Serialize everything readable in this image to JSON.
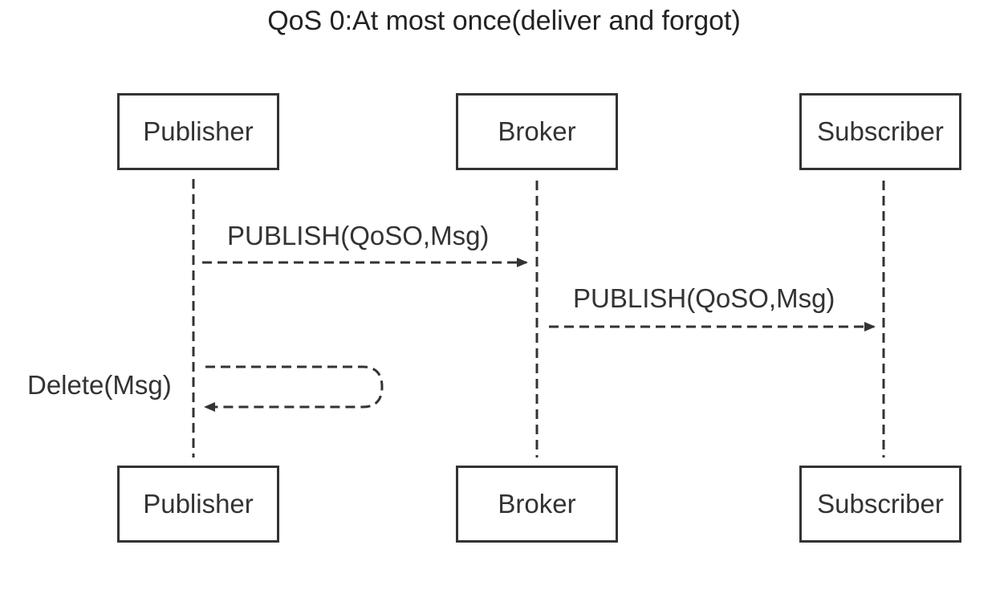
{
  "title": "QoS 0:At most once(deliver and forgot)",
  "participants": [
    {
      "id": "publisher",
      "label": "Publisher"
    },
    {
      "id": "broker",
      "label": "Broker"
    },
    {
      "id": "subscriber",
      "label": "Subscriber"
    }
  ],
  "messages": [
    {
      "from": "publisher",
      "to": "broker",
      "label": "PUBLISH(QoSO,Msg)",
      "style": "dashed"
    },
    {
      "from": "broker",
      "to": "subscriber",
      "label": "PUBLISH(QoSO,Msg)",
      "style": "dashed"
    },
    {
      "from": "publisher",
      "to": "publisher",
      "label": "Delete(Msg)",
      "style": "dashed",
      "self": true
    }
  ],
  "colors": {
    "stroke": "#333333",
    "text": "#333333",
    "background": "#ffffff"
  }
}
